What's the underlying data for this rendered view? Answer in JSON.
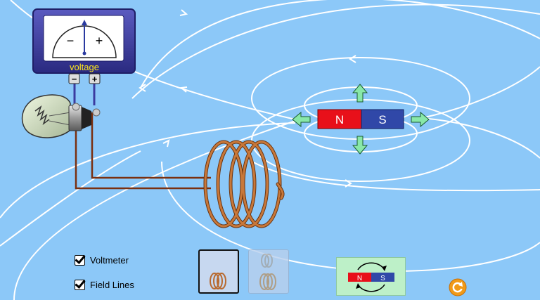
{
  "voltmeter": {
    "label": "voltage",
    "minus": "−",
    "plus": "+",
    "term_minus": "−",
    "term_plus": "+"
  },
  "magnet": {
    "north": "N",
    "south": "S"
  },
  "controls": {
    "voltmeter_label": "Voltmeter",
    "voltmeter_checked": true,
    "field_lines_label": "Field Lines",
    "field_lines_checked": true
  },
  "flip_button": {
    "north": "N",
    "south": "S"
  },
  "colors": {
    "background": "#8cc8f8",
    "north": "#e8101a",
    "south": "#3048a8",
    "coil": "#b86a30",
    "arrow": "#88e8a8",
    "meter_frame": "#3a3a9a",
    "reset": "#f09a18"
  },
  "icons": [
    "voltmeter",
    "light-bulb",
    "coil",
    "bar-magnet",
    "move-arrow",
    "reset-icon",
    "flip-icon"
  ]
}
